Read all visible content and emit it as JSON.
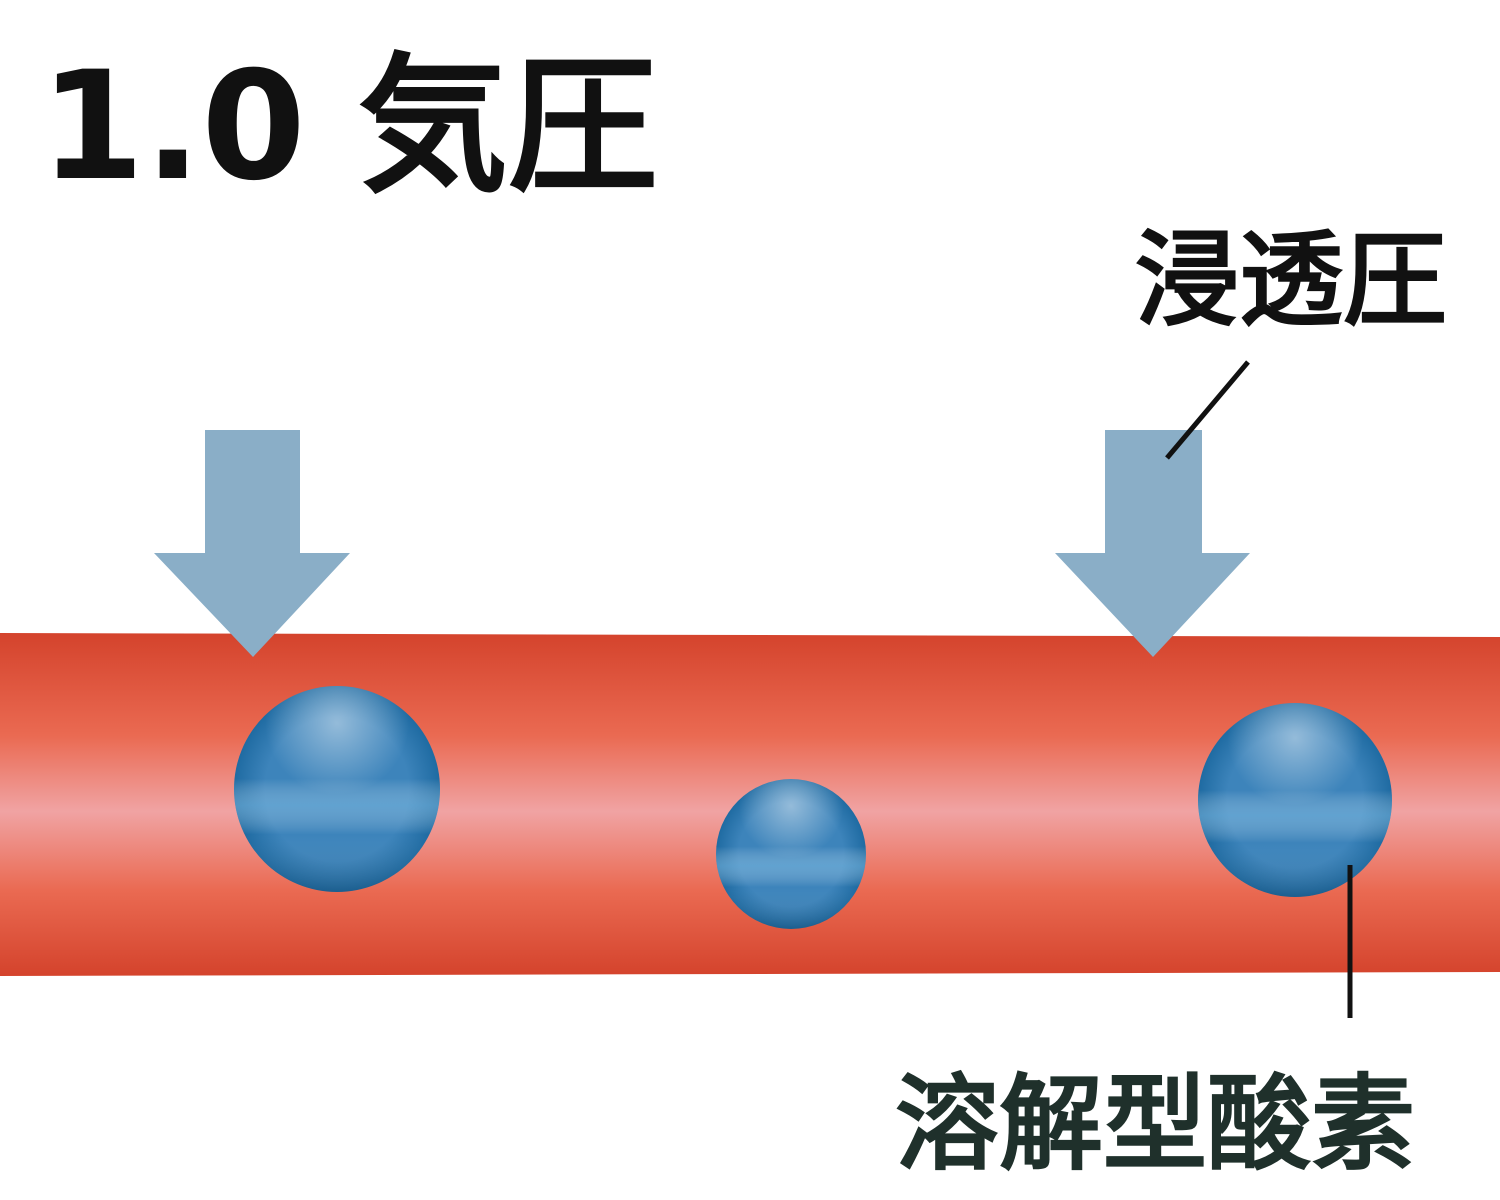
{
  "title": "1.0 気圧",
  "labels": {
    "osmotic_pressure": "浸透圧",
    "dissolved_oxygen": "溶解型酸素"
  },
  "icons": [
    "pressure-arrow-icon",
    "oxygen-molecule-icon"
  ],
  "colors": {
    "vessel_dark": "#d4432c",
    "vessel_mid": "#ea6a52",
    "vessel_light": "#f0a3a3",
    "arrow": "#8aaec7",
    "molecule": "#3d84bb",
    "molecule_dark": "#1f6ba2",
    "leader_line": "#111111",
    "title_text": "#111111",
    "label_text": "#1f302b"
  }
}
